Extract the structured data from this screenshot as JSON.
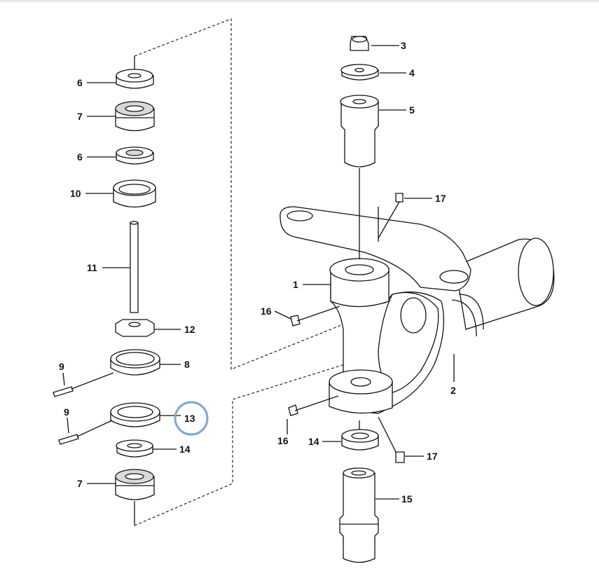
{
  "diagram": {
    "highlight_color": "#7ea6cf",
    "callouts": [
      {
        "id": "c3",
        "label": "3"
      },
      {
        "id": "c4",
        "label": "4"
      },
      {
        "id": "c5",
        "label": "5"
      },
      {
        "id": "c17a",
        "label": "17"
      },
      {
        "id": "c1",
        "label": "1"
      },
      {
        "id": "c16a",
        "label": "16"
      },
      {
        "id": "c2",
        "label": "2"
      },
      {
        "id": "c16b",
        "label": "16"
      },
      {
        "id": "c14b",
        "label": "14"
      },
      {
        "id": "c17b",
        "label": "17"
      },
      {
        "id": "c15",
        "label": "15"
      },
      {
        "id": "c6a",
        "label": "6"
      },
      {
        "id": "c7a",
        "label": "7"
      },
      {
        "id": "c6b",
        "label": "6"
      },
      {
        "id": "c10",
        "label": "10"
      },
      {
        "id": "c11",
        "label": "11"
      },
      {
        "id": "c12",
        "label": "12"
      },
      {
        "id": "c8",
        "label": "8"
      },
      {
        "id": "c9a",
        "label": "9"
      },
      {
        "id": "c9b",
        "label": "9"
      },
      {
        "id": "c13",
        "label": "13"
      },
      {
        "id": "c14a",
        "label": "14"
      },
      {
        "id": "c7b",
        "label": "7"
      }
    ]
  }
}
